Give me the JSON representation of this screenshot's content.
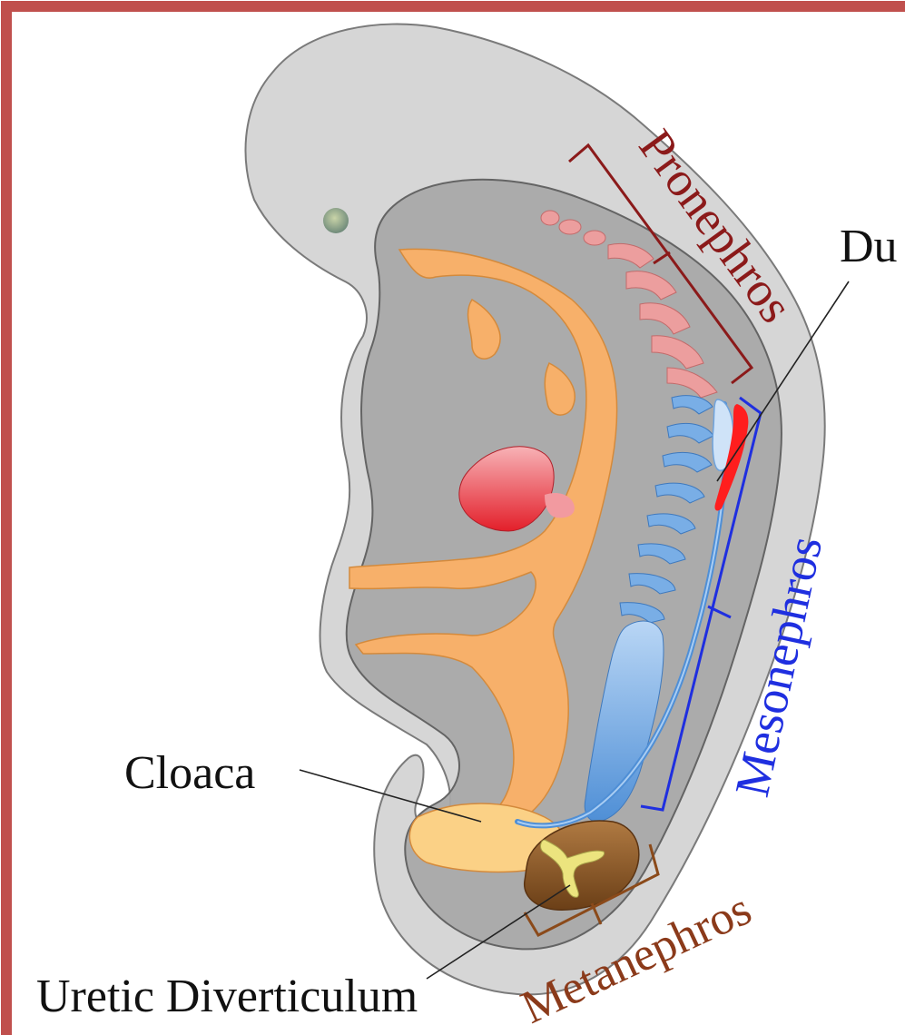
{
  "figure": {
    "labels": {
      "pronephros": "Pronephros",
      "duct": "Du",
      "mesonephros": "Mesonephros",
      "cloaca": "Cloaca",
      "metanephros": "Metanephros",
      "uretic_diverticulum": "Uretic Diverticulum"
    },
    "colors": {
      "frame": "#c0504d",
      "embryo_outer": "#d8d8d8",
      "embryo_inner": "#a4a4a4",
      "gut": "#f7b06a",
      "heart": "#e8323a",
      "pronephros_tubules": "#e89a9a",
      "pronephros_label": "#8b1a1a",
      "mesonephros_tubules": "#6fa3dc",
      "mesonephros_label": "#1f2fe0",
      "metanephros_mass": "#8a5a2b",
      "metanephros_label": "#8b3a1a",
      "ureteric_bud": "#e6e27a"
    }
  }
}
